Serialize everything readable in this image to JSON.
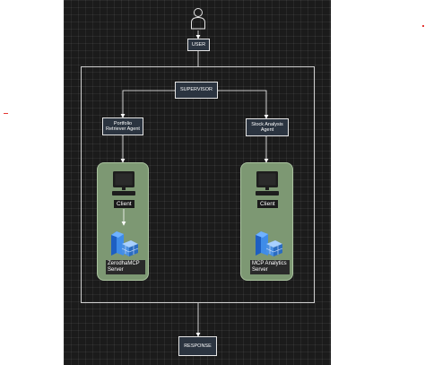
{
  "nodes": {
    "user": "USER",
    "supervisor": "SUPERVISOR",
    "portfolio_agent": "Portfolio Retriever Agent",
    "stock_agent": "Stock Analysis Agent",
    "response": "RESPONSE"
  },
  "left_group": {
    "client": "Client",
    "server": "ZerodhaMCP Server"
  },
  "right_group": {
    "client": "Client",
    "server": "MCP Analytics Server"
  },
  "colors": {
    "background": "#1b1b1b",
    "node_fill": "#2b3440",
    "group_fill": "#7d9873",
    "accent_marks": "#e53935"
  },
  "icons": [
    "user-icon",
    "computer-icon",
    "server-icon"
  ]
}
